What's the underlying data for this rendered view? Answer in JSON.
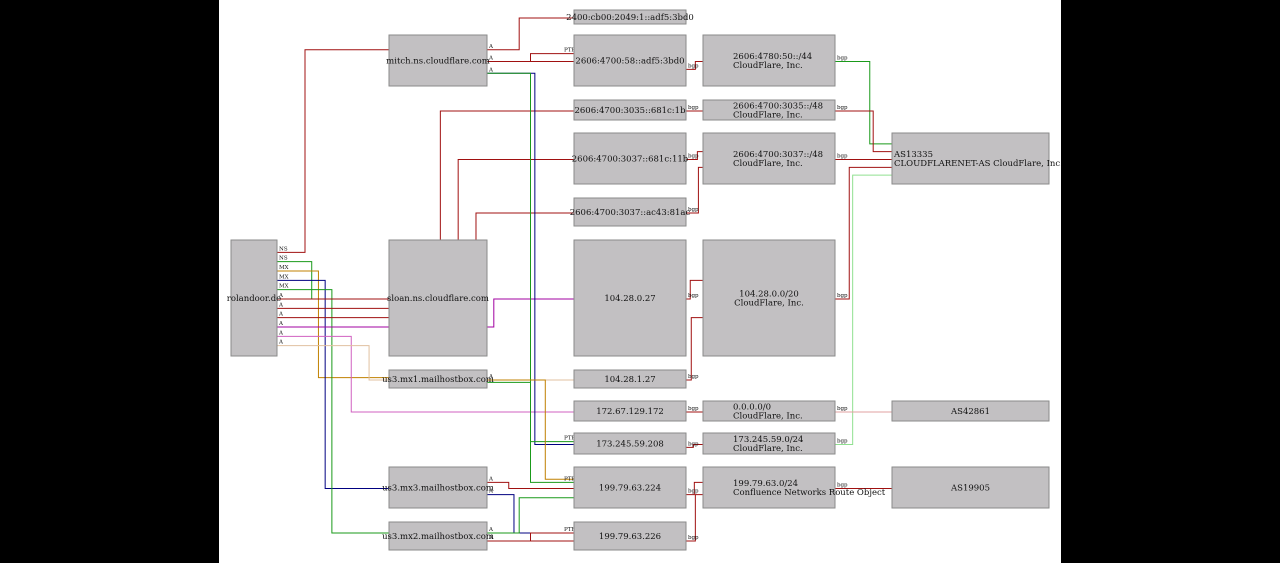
{
  "nodes": [
    {
      "id": "rolandoor",
      "lines": [
        "rolandoor.de"
      ]
    },
    {
      "id": "mitch",
      "lines": [
        "mitch.ns.cloudflare.com"
      ]
    },
    {
      "id": "sloan",
      "lines": [
        "sloan.ns.cloudflare.com"
      ]
    },
    {
      "id": "mx1",
      "lines": [
        "us3.mx1.mailhostbox.com"
      ]
    },
    {
      "id": "mx3",
      "lines": [
        "us3.mx3.mailhostbox.com"
      ]
    },
    {
      "id": "mx2",
      "lines": [
        "us3.mx2.mailhostbox.com"
      ]
    },
    {
      "id": "ip6_2400",
      "lines": [
        "2400:cb00:2049:1::adf5:3bd0"
      ]
    },
    {
      "id": "ip6_adf5",
      "lines": [
        "2606:4700:58::adf5:3bd0"
      ]
    },
    {
      "id": "ip6_681c1b",
      "lines": [
        "2606:4700:3035::681c:1b"
      ]
    },
    {
      "id": "ip6_681c11b",
      "lines": [
        "2606:4700:3037::681c:11b"
      ]
    },
    {
      "id": "ip6_ac43",
      "lines": [
        "2606:4700:3037::ac43:81ac"
      ]
    },
    {
      "id": "ip4_104_28_0_27",
      "lines": [
        "104.28.0.27"
      ]
    },
    {
      "id": "ip4_104_28_1_27",
      "lines": [
        "104.28.1.27"
      ]
    },
    {
      "id": "ip4_172",
      "lines": [
        "172.67.129.172"
      ]
    },
    {
      "id": "ip4_173",
      "lines": [
        "173.245.59.208"
      ]
    },
    {
      "id": "ip4_199_224",
      "lines": [
        "199.79.63.224"
      ]
    },
    {
      "id": "ip4_199_226",
      "lines": [
        "199.79.63.226"
      ]
    },
    {
      "id": "pfx_4780",
      "lines": [
        "2606:4780:50::/44",
        "CloudFlare, Inc."
      ]
    },
    {
      "id": "pfx_3035",
      "lines": [
        "2606:4700:3035::/48",
        "CloudFlare, Inc."
      ]
    },
    {
      "id": "pfx_3037",
      "lines": [
        "2606:4700:3037::/48",
        "CloudFlare, Inc."
      ]
    },
    {
      "id": "pfx_104",
      "lines": [
        "104.28.0.0/20",
        "CloudFlare, Inc."
      ]
    },
    {
      "id": "pfx_0",
      "lines": [
        "0.0.0.0/0",
        "CloudFlare, Inc."
      ]
    },
    {
      "id": "pfx_173",
      "lines": [
        "173.245.59.0/24",
        "CloudFlare, Inc."
      ]
    },
    {
      "id": "pfx_199",
      "lines": [
        "199.79.63.0/24",
        "Confluence Networks Route Object"
      ]
    },
    {
      "id": "as13335",
      "lines": [
        "AS13335",
        "CLOUDFLARENET-AS CloudFlare, Inc."
      ]
    },
    {
      "id": "as42861",
      "lines": [
        "AS42861"
      ]
    },
    {
      "id": "as19905",
      "lines": [
        "AS19905"
      ]
    }
  ],
  "edges": [
    {
      "from": "rolandoor",
      "to": "mitch",
      "label": "NS",
      "color": "#a01010"
    },
    {
      "from": "rolandoor",
      "to": "sloan",
      "label": "NS",
      "color": "#1a9a1a"
    },
    {
      "from": "rolandoor",
      "to": "mx1",
      "label": "MX",
      "color": "#c08000"
    },
    {
      "from": "rolandoor",
      "to": "mx3",
      "label": "MX",
      "color": "#000080"
    },
    {
      "from": "rolandoor",
      "to": "mx2",
      "label": "MX",
      "color": "#1a9a1a"
    },
    {
      "from": "rolandoor",
      "to": "ip6_681c1b",
      "label": "A",
      "color": "#a01010"
    },
    {
      "from": "rolandoor",
      "to": "ip6_681c11b",
      "label": "A",
      "color": "#a01010"
    },
    {
      "from": "rolandoor",
      "to": "ip6_ac43",
      "label": "A",
      "color": "#a01010"
    },
    {
      "from": "rolandoor",
      "to": "ip4_104_28_0_27",
      "label": "A",
      "color": "#a000a0"
    },
    {
      "from": "rolandoor",
      "to": "ip4_172",
      "label": "A",
      "color": "#d060c0"
    },
    {
      "from": "rolandoor",
      "to": "ip4_104_28_1_27",
      "label": "A",
      "color": "#e0c0a0"
    },
    {
      "from": "mitch",
      "to": "ip6_2400",
      "label": "A",
      "color": "#a01010"
    },
    {
      "from": "mitch",
      "to": "ip6_adf5",
      "label": "A",
      "color": "#a01010"
    },
    {
      "from": "ip6_adf5",
      "to": "mitch",
      "label": "PTR",
      "color": "#a01010"
    },
    {
      "from": "mitch",
      "to": "ip4_173",
      "label": "A",
      "color": "#000080"
    },
    {
      "from": "ip4_173",
      "to": "mitch",
      "label": "PTR",
      "color": "#1a9a1a"
    },
    {
      "from": "mx1",
      "to": "ip4_199_224",
      "label": "A",
      "color": "#c08000"
    },
    {
      "from": "ip4_199_224",
      "to": "mx1",
      "label": "PTR",
      "color": "#1a9a1a"
    },
    {
      "from": "mx3",
      "to": "ip4_199_224",
      "label": "A",
      "color": "#a01010"
    },
    {
      "from": "mx3",
      "to": "ip4_199_226",
      "label": "A",
      "color": "#000080"
    },
    {
      "from": "mx2",
      "to": "ip4_199_224",
      "label": "A",
      "color": "#1a9a1a"
    },
    {
      "from": "mx2",
      "to": "ip4_199_226",
      "label": "A",
      "color": "#a01010"
    },
    {
      "from": "ip4_199_226",
      "to": "mx2",
      "label": "PTR",
      "color": "#a01010"
    },
    {
      "from": "ip6_adf5",
      "to": "pfx_4780",
      "label": "bgp",
      "color": "#a01010"
    },
    {
      "from": "ip6_681c1b",
      "to": "pfx_3035",
      "label": "bgp",
      "color": "#a01010"
    },
    {
      "from": "ip6_681c11b",
      "to": "pfx_3037",
      "label": "bgp",
      "color": "#a01010"
    },
    {
      "from": "ip6_ac43",
      "to": "pfx_3037",
      "label": "bgp",
      "color": "#a01010"
    },
    {
      "from": "ip4_104_28_0_27",
      "to": "pfx_104",
      "label": "bgp",
      "color": "#a01010"
    },
    {
      "from": "ip4_104_28_1_27",
      "to": "pfx_104",
      "label": "bgp",
      "color": "#a01010"
    },
    {
      "from": "ip4_172",
      "to": "pfx_0",
      "label": "bgp",
      "color": "#a01010"
    },
    {
      "from": "ip4_173",
      "to": "pfx_173",
      "label": "bgp",
      "color": "#a01010"
    },
    {
      "from": "ip4_199_224",
      "to": "pfx_199",
      "label": "bgp",
      "color": "#a01010"
    },
    {
      "from": "ip4_199_226",
      "to": "pfx_199",
      "label": "bgp",
      "color": "#a01010"
    },
    {
      "from": "pfx_4780",
      "to": "as13335",
      "label": "bgp",
      "color": "#1a9a1a"
    },
    {
      "from": "pfx_3035",
      "to": "as13335",
      "label": "bgp",
      "color": "#a01010"
    },
    {
      "from": "pfx_3037",
      "to": "as13335",
      "label": "bgp",
      "color": "#a01010"
    },
    {
      "from": "pfx_104",
      "to": "as13335",
      "label": "bgp",
      "color": "#a01010"
    },
    {
      "from": "pfx_173",
      "to": "as13335",
      "label": "bgp",
      "color": "#90e090"
    },
    {
      "from": "pfx_0",
      "to": "as42861",
      "label": "bgp",
      "color": "#e0a0a0"
    },
    {
      "from": "pfx_199",
      "to": "as19905",
      "label": "bgp",
      "color": "#a01010"
    }
  ]
}
